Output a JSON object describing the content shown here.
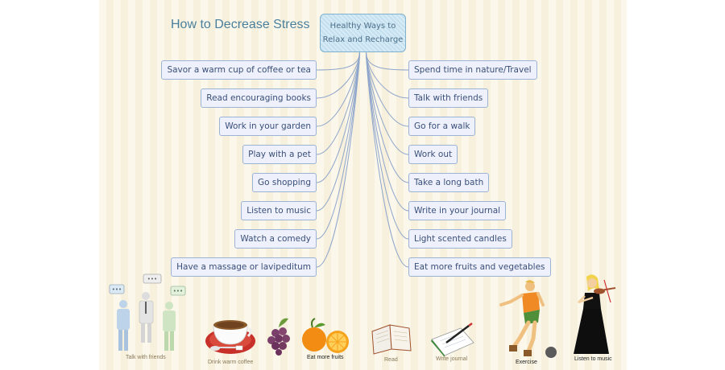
{
  "title": "How to Decrease Stress",
  "center": {
    "line1": "Healthy Ways to",
    "line2": "Relax and Recharge"
  },
  "left_items": [
    "Savor a warm cup of coffee or tea",
    "Read encouraging books",
    "Work in your garden",
    "Play with a pet",
    "Go shopping",
    "Listen to music",
    "Watch a comedy",
    "Have a massage or lavipeditum"
  ],
  "right_items": [
    "Spend time in nature/Travel",
    "Talk with friends",
    "Go for a walk",
    "Work out",
    "Take a long bath",
    "Write in your journal",
    "Light scented candles",
    "Eat more fruits and vegetables"
  ],
  "captions": {
    "talk": "Talk with friends",
    "coffee": "Drink warm coffee",
    "fruits": "Eat more fruits",
    "read": "Read",
    "journal": "Write journal",
    "exercise": "Exercise",
    "music": "Listen to music"
  },
  "colors": {
    "node_border": "#9cb3d6",
    "node_fill": "#eef1fb",
    "center_fill": "#d6ebf6",
    "link": "#8fa6cc",
    "title": "#4a7f9c"
  }
}
